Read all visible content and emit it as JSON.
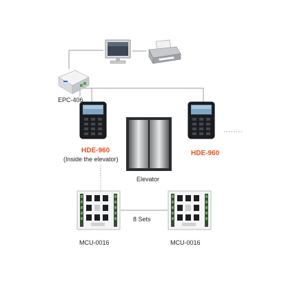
{
  "labels": {
    "epc": "EPC-406",
    "hde_left": "HDE-960",
    "hde_left_sub": "(Inside the elevator)",
    "hde_right": "HDE-960",
    "elevator": "Elevator",
    "sets": "8 Sets",
    "mcu_left": "MCU-0016",
    "mcu_right": "MCU-0016"
  },
  "colors": {
    "accent": "#e8501f",
    "line": "#9a9a9a",
    "dotted": "#9a9a9a"
  },
  "icons": {
    "monitor": "monitor-icon",
    "printer": "printer-icon",
    "controller": "epc-controller-icon",
    "reader": "card-reader-icon",
    "elevator": "elevator-doors-icon",
    "mcu": "mcu-board-icon"
  }
}
